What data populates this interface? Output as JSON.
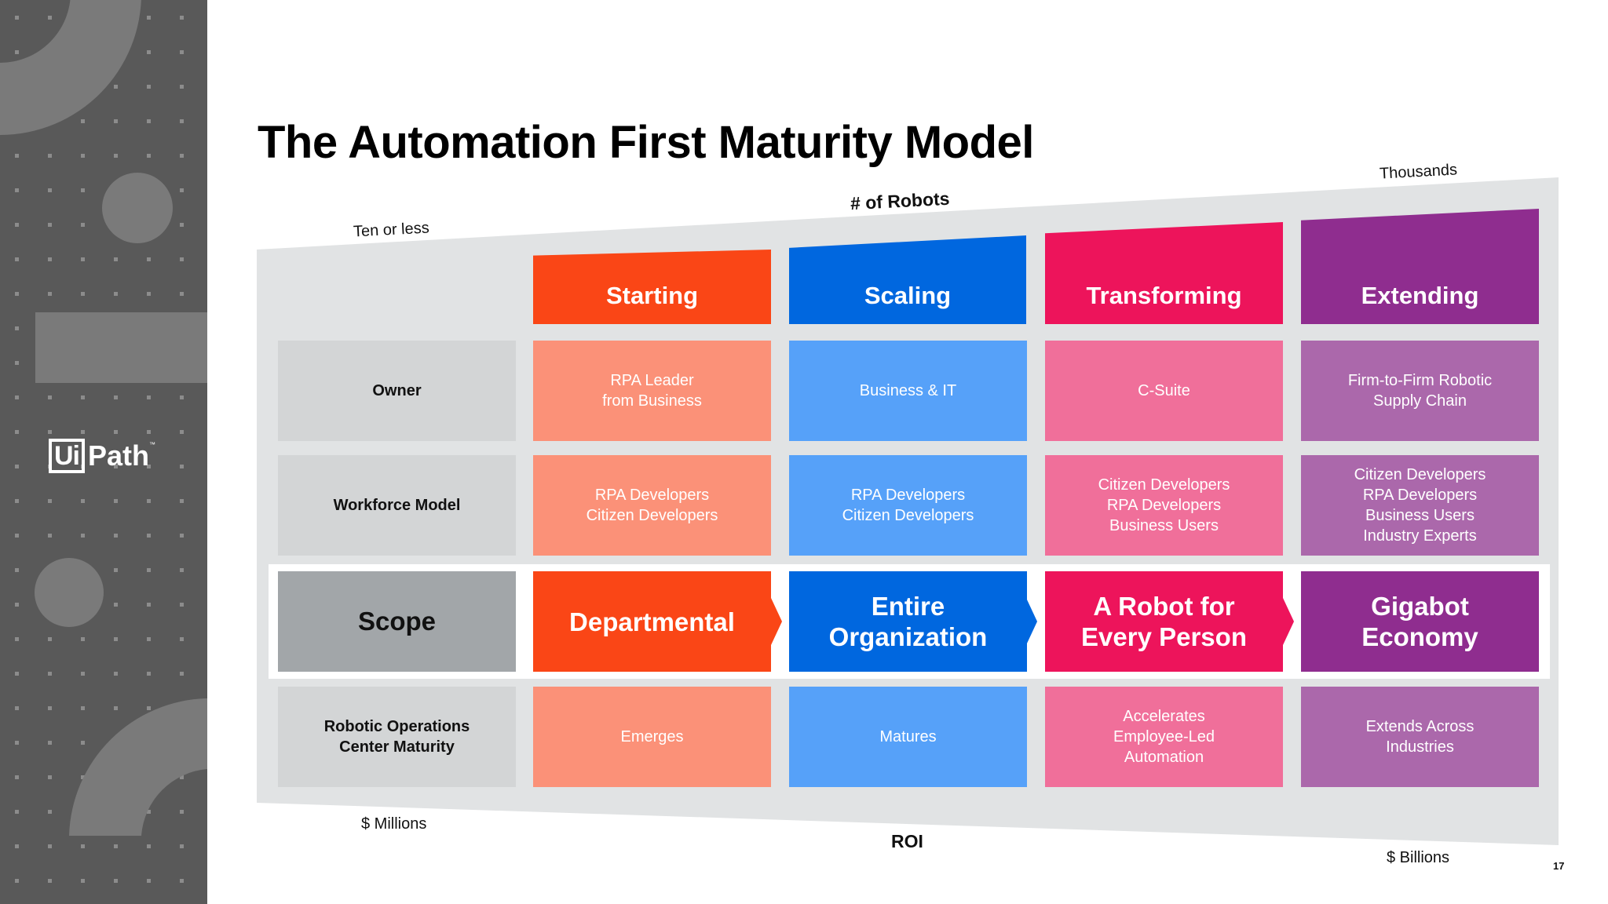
{
  "title": "The Automation First Maturity Model",
  "logo": {
    "box": "Ui",
    "text": "Path",
    "tm": "™"
  },
  "axis": {
    "robots_label": "# of Robots",
    "robots_min": "Ten or less",
    "robots_max": "Thousands",
    "roi_label": "ROI",
    "roi_min": "$ Millions",
    "roi_max": "$ Billions"
  },
  "stages": [
    {
      "name": "Starting",
      "color": "#fa4616",
      "light": "#fb9178"
    },
    {
      "name": "Scaling",
      "color": "#0067df",
      "light": "#56a1f9"
    },
    {
      "name": "Transforming",
      "color": "#ed145b",
      "light": "#f06f9a"
    },
    {
      "name": "Extending",
      "color": "#8f2d8f",
      "light": "#ab68ab"
    }
  ],
  "rows": {
    "owner": {
      "label": "Owner",
      "values": [
        "RPA Leader\nfrom Business",
        "Business & IT",
        "C-Suite",
        "Firm-to-Firm Robotic\nSupply Chain"
      ]
    },
    "workforce": {
      "label": "Workforce Model",
      "values": [
        "RPA Developers\nCitizen Developers",
        "RPA Developers\nCitizen Developers",
        "Citizen Developers\nRPA Developers\nBusiness Users",
        "Citizen Developers\nRPA Developers\nBusiness Users\nIndustry Experts"
      ]
    },
    "scope": {
      "label": "Scope",
      "values": [
        "Departmental",
        "Entire\nOrganization",
        "A Robot for\nEvery Person",
        "Gigabot\nEconomy"
      ]
    },
    "roc": {
      "label": "Robotic Operations\nCenter Maturity",
      "values": [
        "Emerges",
        "Matures",
        "Accelerates\nEmployee-Led\nAutomation",
        "Extends Across\nIndustries"
      ]
    }
  },
  "page_number": "17"
}
